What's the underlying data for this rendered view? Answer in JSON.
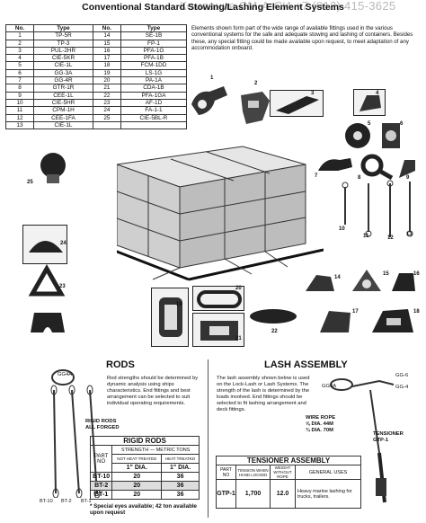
{
  "header": {
    "title": "Conventional Standard Stowing/Lashing Element Systems",
    "watermark": "Компания СМ-А-СИ +7 (812) 415-3625"
  },
  "fittings_table": {
    "headers": [
      "No.",
      "Type",
      "No.",
      "Type"
    ],
    "rows": [
      [
        "1",
        "TP-5R",
        "14",
        "SE-1B"
      ],
      [
        "2",
        "TP-3",
        "15",
        "FP-1"
      ],
      [
        "3",
        "PUL-2HR",
        "16",
        "PFA-1G"
      ],
      [
        "4",
        "CIE-5KR",
        "17",
        "PFA-1B"
      ],
      [
        "5",
        "CIE-1L",
        "18",
        "FCM-1DD"
      ],
      [
        "6",
        "GG-3A",
        "19",
        "LS-1G"
      ],
      [
        "7",
        "GG-4R",
        "20",
        "PA-1A"
      ],
      [
        "8",
        "GTR-1R",
        "21",
        "CDA-1B"
      ],
      [
        "9",
        "CEE-1L",
        "22",
        "PFA-1GA"
      ],
      [
        "10",
        "CIE-5HR",
        "23",
        "AF-1D"
      ],
      [
        "11",
        "CPM-1H",
        "24",
        "FA-1-1"
      ],
      [
        "12",
        "CEE-1FA",
        "25",
        "CIE-5BL-R"
      ],
      [
        "13",
        "CIE-1L",
        "",
        ""
      ]
    ]
  },
  "description": "Elements shown form part of the wide range of available fittings used in the various conventional systems for the safe and adequate stowing and lashing of containers. Besides these, any special fitting could be made available upon request, to meet adaptation of any accommodation onboard.",
  "part_numbers": [
    "1",
    "2",
    "3",
    "4",
    "5",
    "6",
    "7",
    "8",
    "9",
    "10",
    "11",
    "12",
    "13",
    "14",
    "15",
    "16",
    "17",
    "18",
    "19",
    "20",
    "21",
    "22",
    "23",
    "24",
    "25"
  ],
  "rods": {
    "title": "RODS",
    "text": "Rod strengths should be determined by dynamic analysis using ships characteristics. End fittings and best arrangement can be selected to suit individual operating requirements.",
    "label_lines": [
      "RIGID RODS",
      "ALL FORGED"
    ],
    "gg4a": "GG4A",
    "rod_labels": [
      "BT-10",
      "BT-2",
      "BT-1"
    ],
    "table": {
      "title": "RIGID RODS",
      "part_label": [
        "PART",
        "NO"
      ],
      "strength_header": "STRENGTH — METRIC TONS",
      "sub_headers": [
        "NOT HEAT TREATED",
        "HEAT TREATED"
      ],
      "dia_headers": [
        "1\" DIA.",
        "1\" DIA."
      ],
      "rows": [
        [
          "BT-10",
          "20",
          "36"
        ],
        [
          "BT-2",
          "20",
          "36"
        ],
        [
          "BT-1",
          "20",
          "36"
        ]
      ]
    },
    "note": "* Special eyes available; 42 ton available upon request"
  },
  "lash": {
    "title": "LASH ASSEMBLY",
    "text": "The lash assembly shown below is used on the Lock-Lash or Lash Systems. The strength of the lash is determined by the loads involved. End fittings should be selected to fit lashing arrangement and deck fittings.",
    "gg4a": "GG4A",
    "gg6": "GG-6",
    "gg4": "GG-4",
    "wire_rope_title": "WIRE ROPE",
    "wire_rope_lines": [
      "⅝ DIA. 44M",
      "¾ DIA. 70M"
    ],
    "tensioner_label": [
      "TENSIONER",
      "GTP-1"
    ],
    "table": {
      "title": "TENSIONER ASSEMBLY",
      "headers": [
        "PART NO",
        "TENSION WHEN HAND LOCKED",
        "WEIGHT WITHOUT ROPE",
        "GENERAL USES"
      ],
      "rows": [
        [
          "GTP-1",
          "1,700",
          "12.0",
          "Heavy marine lashing for trucks, trailers."
        ]
      ]
    }
  }
}
